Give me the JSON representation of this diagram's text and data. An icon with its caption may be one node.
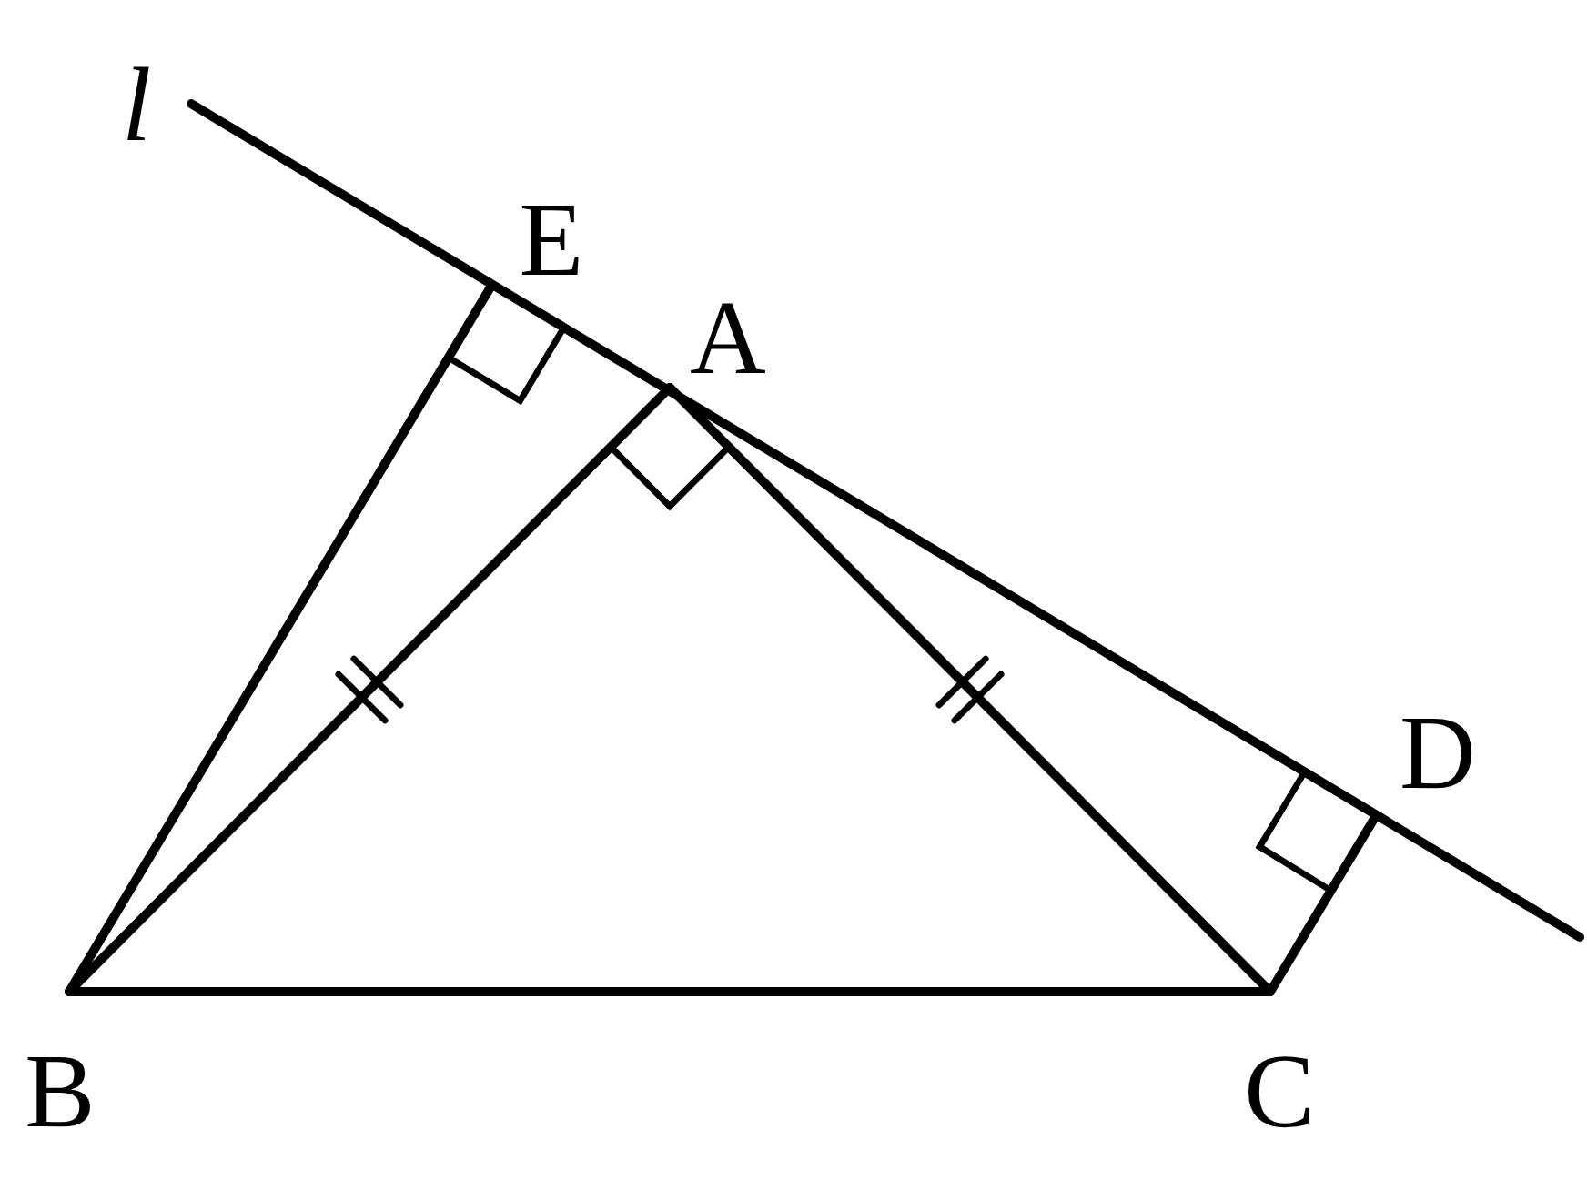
{
  "diagram": {
    "labels": [
      "l",
      "E",
      "A",
      "D",
      "B",
      "C"
    ]
  }
}
